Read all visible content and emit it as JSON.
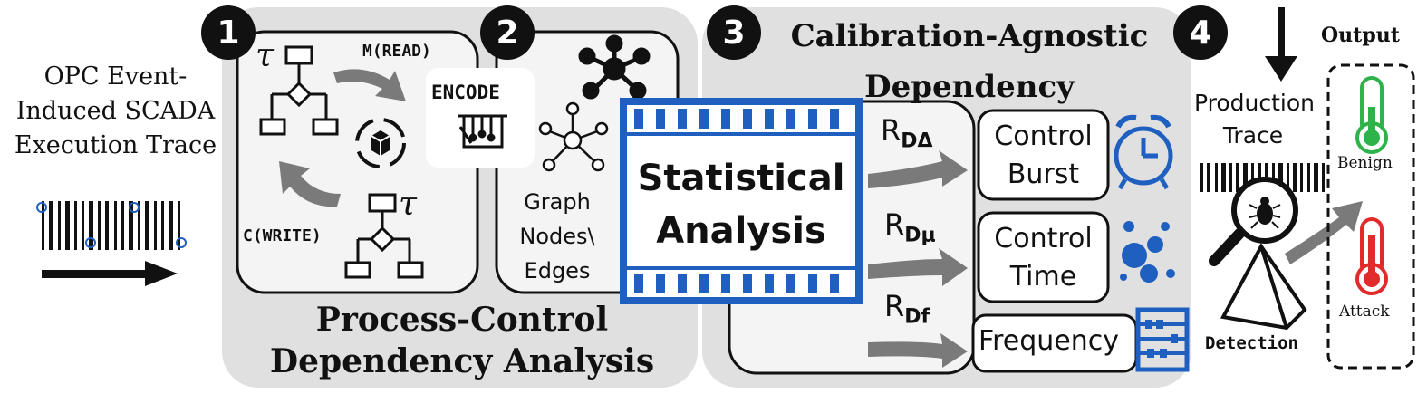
{
  "input": {
    "title_line1": "OPC Event-",
    "title_line2": "Induced SCADA",
    "title_line3": "Execution Trace"
  },
  "steps": [
    "1",
    "2",
    "3",
    "4"
  ],
  "panel1": {
    "tau": "τ",
    "read_label": "M(READ)",
    "write_label": "C(WRITE)",
    "title_line1": "Process-Control",
    "title_line2": "Dependency Analysis"
  },
  "panel2": {
    "encode_label": "ENCODE",
    "graph_line1": "Graph",
    "graph_line2": "Nodes\\",
    "graph_line3": "Edges"
  },
  "panel3": {
    "title_line1": "Calibration-Agnostic",
    "title_line2": "Dependency",
    "overlay_line1": "Statistical",
    "overlay_line2": "Analysis",
    "r_symbol": "R",
    "subscripts": [
      "DΔ",
      "Dμ",
      "Df"
    ],
    "features": [
      {
        "line1": "Control",
        "line2": "Burst"
      },
      {
        "line1": "Control",
        "line2": "Time"
      },
      {
        "line1": "Frequency",
        "line2": ""
      }
    ]
  },
  "panel4": {
    "production_line1": "Production",
    "production_line2": "Trace",
    "detection_label": "Detection",
    "output_label": "Output",
    "benign_label": "Benign",
    "attack_label": "Attack"
  },
  "colors": {
    "panel_gray": "#e0e0e0",
    "inner_box": "#f4f4f4",
    "arrow_gray": "#7a7a7a",
    "accent_blue": "#1f5fbf",
    "benign_green": "#2db34a",
    "attack_red": "#e12a2a"
  }
}
